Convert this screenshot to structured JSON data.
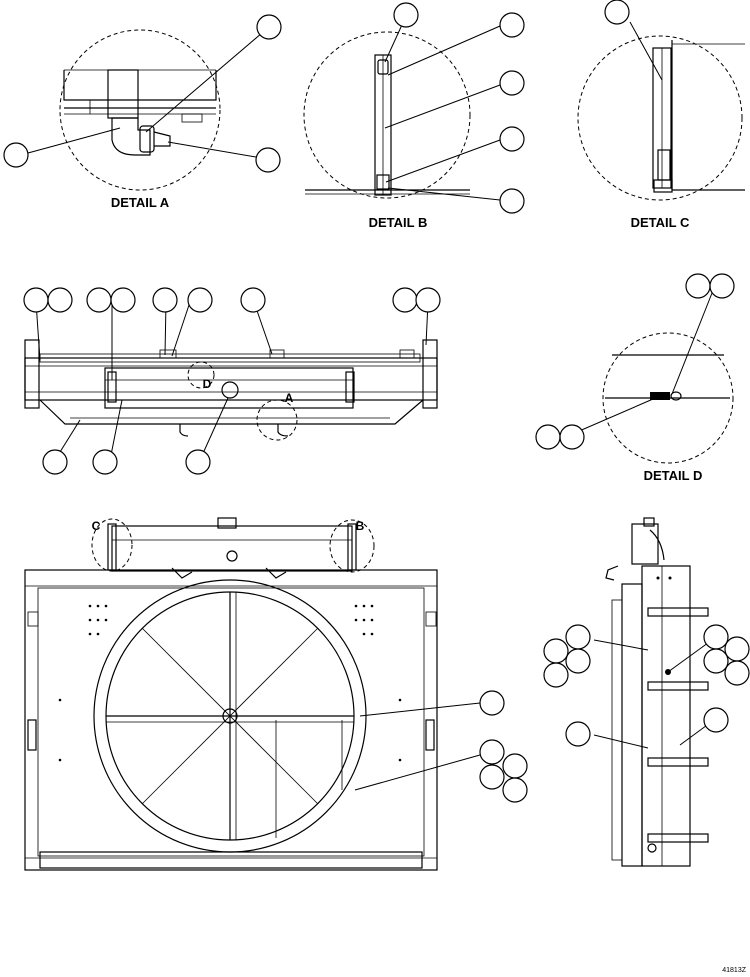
{
  "details": {
    "a": "DETAIL A",
    "b": "DETAIL B",
    "c": "DETAIL C",
    "d": "DETAIL D"
  },
  "view_markers": {
    "a": "A",
    "b": "B",
    "c": "C",
    "d": "D"
  },
  "figure_id": "41813Z"
}
